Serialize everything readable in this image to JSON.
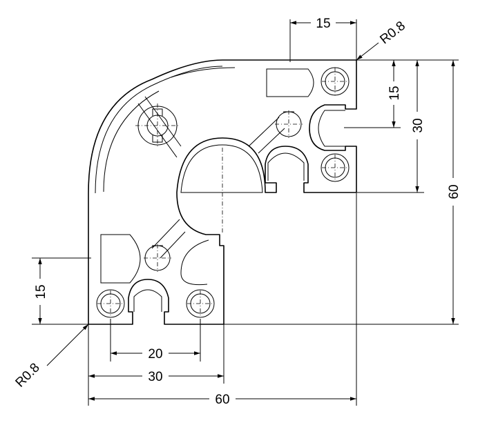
{
  "drawing": {
    "dimensions": {
      "top_15": "15",
      "right_15": "15",
      "right_30": "30",
      "right_60": "60",
      "left_15": "15",
      "bottom_20": "20",
      "bottom_30": "30",
      "bottom_60": "60",
      "radius_top": "R0.8",
      "radius_bottom": "R0.8"
    }
  }
}
